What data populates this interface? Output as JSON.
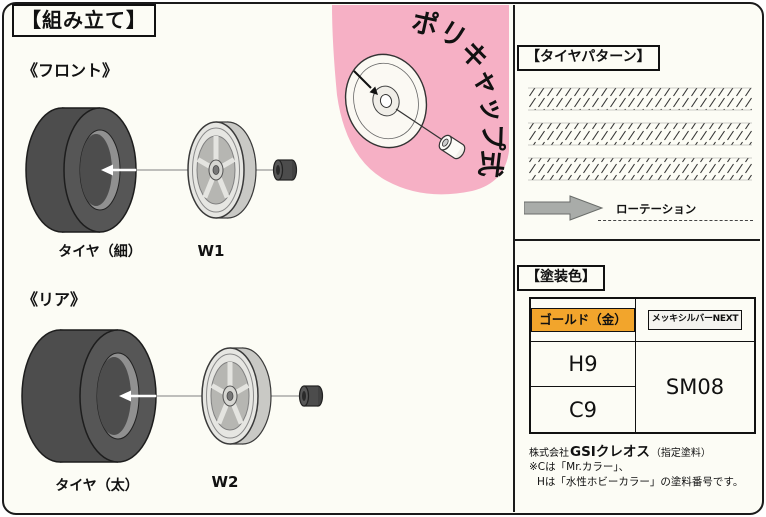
{
  "title": "【組み立て】",
  "front": {
    "section_label": "《フロント》",
    "tire_label": "タイヤ（細）",
    "wheel_label": "W1"
  },
  "rear": {
    "section_label": "《リア》",
    "tire_label": "タイヤ（太）",
    "wheel_label": "W2"
  },
  "polycap": {
    "label": "ポリキャップ式"
  },
  "tire_pattern": {
    "title": "【タイヤパターン】",
    "rotation_label": "ローテーション"
  },
  "paint": {
    "title": "【塗装色】",
    "columns": [
      {
        "header": "ゴールド（金）",
        "codes": [
          "H9",
          "C9"
        ]
      },
      {
        "header": "メッキシルバーNEXT",
        "codes": [
          "SM08"
        ]
      }
    ],
    "maker_prefix": "株式会社",
    "maker_name": "GSIクレオス",
    "maker_suffix": "（指定塗料）",
    "note_line1": "※Cは「Mr.カラー」、",
    "note_line2": "Hは「水性ホビーカラー」の塗料番号です。"
  },
  "colors": {
    "pink": "#f6b0c5",
    "gold": "#f2a52c",
    "silver_badge": "#f4f3ef",
    "tire_gray": "#4d4d4d",
    "wheel_gray": "#e6e6e2",
    "arrow_gray": "#a9aca9"
  }
}
